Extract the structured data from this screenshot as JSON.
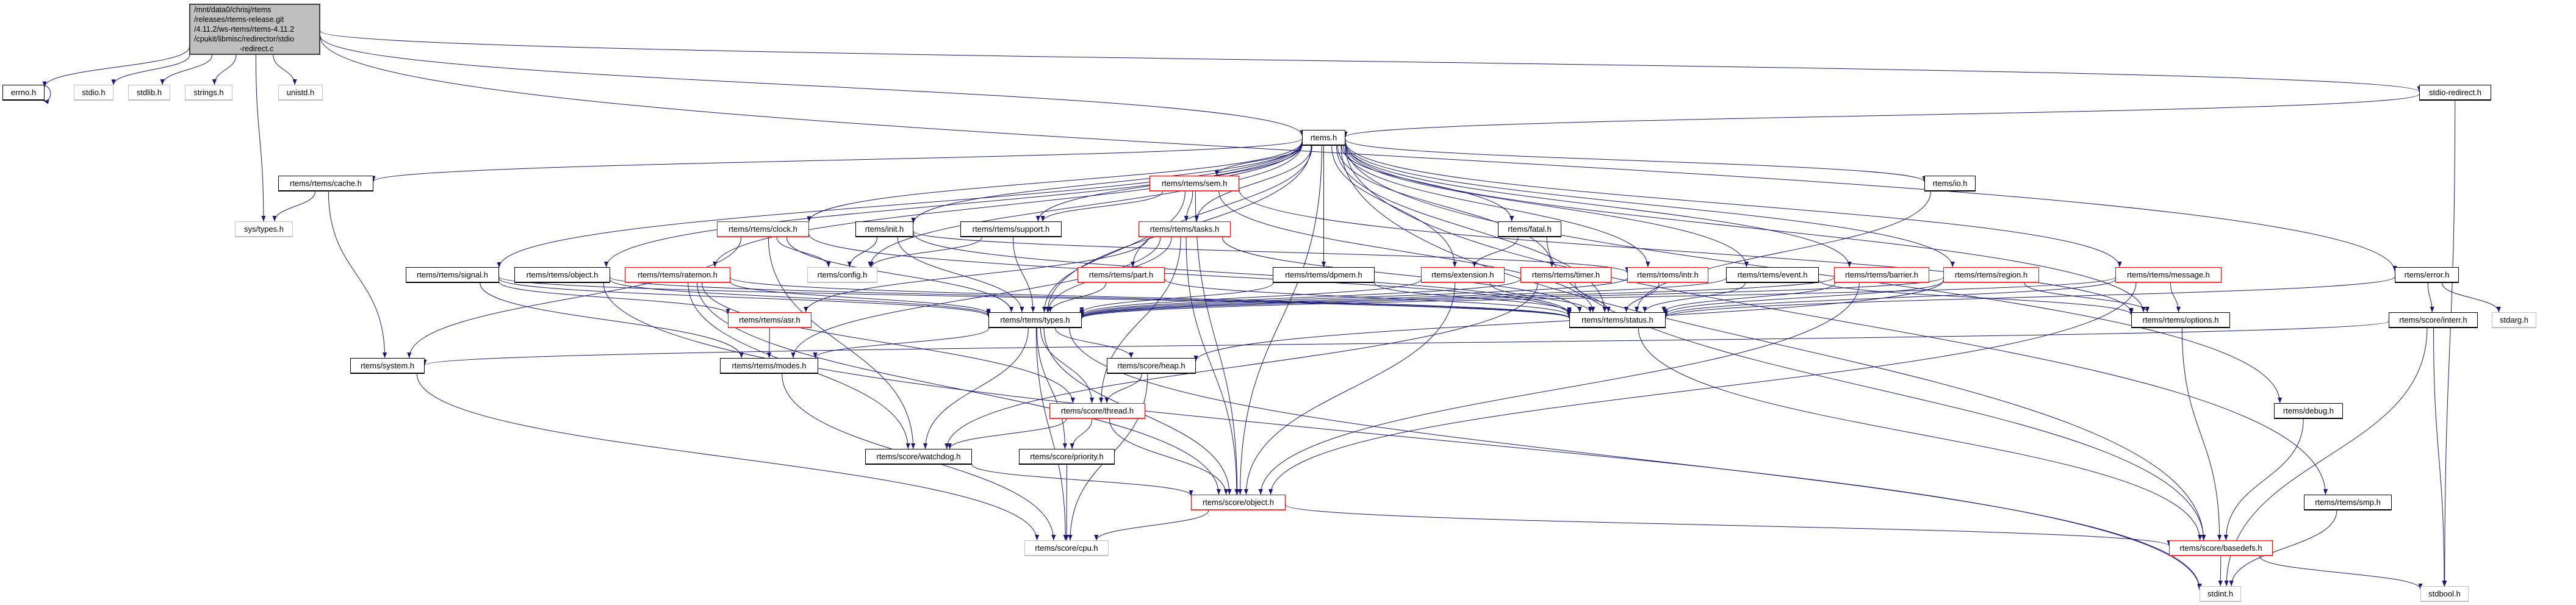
{
  "colors": {
    "edge": "#191970",
    "documented_border": "#000000",
    "truncated_border": "#ff0000",
    "external_border": "#bfbfbf",
    "root_fill": "#bfbfbf"
  },
  "root": {
    "id": "main",
    "lines": [
      "/mnt/data0/chrisj/rtems",
      "/releases/rtems-release.git",
      "/4.11.2/ws-rtems/rtems-4.11.2",
      "/cpukit/libmisc/redirector/stdio",
      "-redirect.c"
    ]
  },
  "nodes": [
    {
      "id": "errno",
      "label": "errno.h",
      "kind": "documented"
    },
    {
      "id": "stdio",
      "label": "stdio.h",
      "kind": "external"
    },
    {
      "id": "stdlib",
      "label": "stdlib.h",
      "kind": "external"
    },
    {
      "id": "strings",
      "label": "strings.h",
      "kind": "external"
    },
    {
      "id": "unistd",
      "label": "unistd.h",
      "kind": "external"
    },
    {
      "id": "systypes",
      "label": "sys/types.h",
      "kind": "external"
    },
    {
      "id": "stdioredirect",
      "label": "stdio-redirect.h",
      "kind": "documented"
    },
    {
      "id": "rtems",
      "label": "rtems.h",
      "kind": "documented"
    },
    {
      "id": "cache",
      "label": "rtems/rtems/cache.h",
      "kind": "documented"
    },
    {
      "id": "clock",
      "label": "rtems/rtems/clock.h",
      "kind": "truncated"
    },
    {
      "id": "signal",
      "label": "rtems/rtems/signal.h",
      "kind": "documented"
    },
    {
      "id": "robject",
      "label": "rtems/rtems/object.h",
      "kind": "documented"
    },
    {
      "id": "ratemon",
      "label": "rtems/rtems/ratemon.h",
      "kind": "truncated"
    },
    {
      "id": "config",
      "label": "rtems/config.h",
      "kind": "external"
    },
    {
      "id": "init",
      "label": "rtems/init.h",
      "kind": "documented"
    },
    {
      "id": "support",
      "label": "rtems/rtems/support.h",
      "kind": "documented"
    },
    {
      "id": "sem",
      "label": "rtems/rtems/sem.h",
      "kind": "truncated"
    },
    {
      "id": "tasks",
      "label": "rtems/rtems/tasks.h",
      "kind": "truncated"
    },
    {
      "id": "fatal",
      "label": "rtems/fatal.h",
      "kind": "documented"
    },
    {
      "id": "part",
      "label": "rtems/rtems/part.h",
      "kind": "truncated"
    },
    {
      "id": "dpmem",
      "label": "rtems/rtems/dpmem.h",
      "kind": "documented"
    },
    {
      "id": "extension",
      "label": "rtems/extension.h",
      "kind": "truncated"
    },
    {
      "id": "timer",
      "label": "rtems/rtems/timer.h",
      "kind": "truncated"
    },
    {
      "id": "intr",
      "label": "rtems/rtems/intr.h",
      "kind": "truncated"
    },
    {
      "id": "io",
      "label": "rtems/io.h",
      "kind": "documented"
    },
    {
      "id": "event",
      "label": "rtems/rtems/event.h",
      "kind": "documented"
    },
    {
      "id": "barrier",
      "label": "rtems/rtems/barrier.h",
      "kind": "truncated"
    },
    {
      "id": "region",
      "label": "rtems/rtems/region.h",
      "kind": "truncated"
    },
    {
      "id": "message",
      "label": "rtems/rtems/message.h",
      "kind": "truncated"
    },
    {
      "id": "error",
      "label": "rtems/error.h",
      "kind": "documented"
    },
    {
      "id": "asr",
      "label": "rtems/rtems/asr.h",
      "kind": "truncated"
    },
    {
      "id": "system",
      "label": "rtems/system.h",
      "kind": "documented"
    },
    {
      "id": "modes",
      "label": "rtems/rtems/modes.h",
      "kind": "documented"
    },
    {
      "id": "types",
      "label": "rtems/rtems/types.h",
      "kind": "documented"
    },
    {
      "id": "status",
      "label": "rtems/rtems/status.h",
      "kind": "documented"
    },
    {
      "id": "options",
      "label": "rtems/rtems/options.h",
      "kind": "documented"
    },
    {
      "id": "interr",
      "label": "rtems/score/interr.h",
      "kind": "documented"
    },
    {
      "id": "stdarg",
      "label": "stdarg.h",
      "kind": "external"
    },
    {
      "id": "heap",
      "label": "rtems/score/heap.h",
      "kind": "documented"
    },
    {
      "id": "thread",
      "label": "rtems/score/thread.h",
      "kind": "truncated"
    },
    {
      "id": "watchdog",
      "label": "rtems/score/watchdog.h",
      "kind": "documented"
    },
    {
      "id": "priority",
      "label": "rtems/score/priority.h",
      "kind": "documented"
    },
    {
      "id": "sobject",
      "label": "rtems/score/object.h",
      "kind": "truncated"
    },
    {
      "id": "cpu",
      "label": "rtems/score/cpu.h",
      "kind": "external"
    },
    {
      "id": "debug",
      "label": "rtems/debug.h",
      "kind": "documented"
    },
    {
      "id": "smp",
      "label": "rtems/rtems/smp.h",
      "kind": "documented"
    },
    {
      "id": "basedefs",
      "label": "rtems/score/basedefs.h",
      "kind": "truncated"
    },
    {
      "id": "stdint",
      "label": "stdint.h",
      "kind": "external"
    },
    {
      "id": "stdbool",
      "label": "stdbool.h",
      "kind": "external"
    }
  ],
  "edges": [
    [
      "main",
      "errno"
    ],
    [
      "main",
      "stdio"
    ],
    [
      "main",
      "stdlib"
    ],
    [
      "main",
      "strings"
    ],
    [
      "main",
      "unistd"
    ],
    [
      "main",
      "systypes"
    ],
    [
      "main",
      "rtems"
    ],
    [
      "main",
      "stdioredirect"
    ],
    [
      "main",
      "error"
    ],
    [
      "errno",
      "errno"
    ],
    [
      "stdioredirect",
      "rtems"
    ],
    [
      "stdioredirect",
      "stdbool"
    ],
    [
      "rtems",
      "cache"
    ],
    [
      "rtems",
      "clock"
    ],
    [
      "rtems",
      "signal"
    ],
    [
      "rtems",
      "robject"
    ],
    [
      "rtems",
      "ratemon"
    ],
    [
      "rtems",
      "config"
    ],
    [
      "rtems",
      "init"
    ],
    [
      "rtems",
      "support"
    ],
    [
      "rtems",
      "sem"
    ],
    [
      "rtems",
      "tasks"
    ],
    [
      "rtems",
      "part"
    ],
    [
      "rtems",
      "dpmem"
    ],
    [
      "rtems",
      "extension"
    ],
    [
      "rtems",
      "timer"
    ],
    [
      "rtems",
      "intr"
    ],
    [
      "rtems",
      "fatal"
    ],
    [
      "rtems",
      "io"
    ],
    [
      "rtems",
      "event"
    ],
    [
      "rtems",
      "barrier"
    ],
    [
      "rtems",
      "region"
    ],
    [
      "rtems",
      "message"
    ],
    [
      "rtems",
      "debug"
    ],
    [
      "rtems",
      "smp"
    ],
    [
      "rtems",
      "types"
    ],
    [
      "rtems",
      "status"
    ],
    [
      "rtems",
      "options"
    ],
    [
      "rtems",
      "basedefs"
    ],
    [
      "rtems",
      "sobject"
    ],
    [
      "cache",
      "systypes"
    ],
    [
      "cache",
      "system"
    ],
    [
      "clock",
      "config"
    ],
    [
      "clock",
      "types"
    ],
    [
      "clock",
      "status"
    ],
    [
      "clock",
      "watchdog"
    ],
    [
      "clock",
      "system"
    ],
    [
      "signal",
      "types"
    ],
    [
      "signal",
      "status"
    ],
    [
      "signal",
      "asr"
    ],
    [
      "signal",
      "modes"
    ],
    [
      "robject",
      "types"
    ],
    [
      "robject",
      "status"
    ],
    [
      "robject",
      "stdint"
    ],
    [
      "ratemon",
      "types"
    ],
    [
      "ratemon",
      "status"
    ],
    [
      "ratemon",
      "thread"
    ],
    [
      "ratemon",
      "sobject"
    ],
    [
      "ratemon",
      "watchdog"
    ],
    [
      "init",
      "config"
    ],
    [
      "init",
      "types"
    ],
    [
      "init",
      "status"
    ],
    [
      "init",
      "intr"
    ],
    [
      "support",
      "config"
    ],
    [
      "support",
      "types"
    ],
    [
      "sem",
      "support"
    ],
    [
      "sem",
      "tasks"
    ],
    [
      "sem",
      "types"
    ],
    [
      "sem",
      "status"
    ],
    [
      "sem",
      "options"
    ],
    [
      "sem",
      "sobject"
    ],
    [
      "tasks",
      "types"
    ],
    [
      "tasks",
      "status"
    ],
    [
      "tasks",
      "modes"
    ],
    [
      "tasks",
      "asr"
    ],
    [
      "tasks",
      "thread"
    ],
    [
      "tasks",
      "sobject"
    ],
    [
      "part",
      "types"
    ],
    [
      "part",
      "status"
    ],
    [
      "dpmem",
      "types"
    ],
    [
      "dpmem",
      "status"
    ],
    [
      "extension",
      "types"
    ],
    [
      "extension",
      "status"
    ],
    [
      "extension",
      "sobject"
    ],
    [
      "fatal",
      "extension"
    ],
    [
      "fatal",
      "basedefs"
    ],
    [
      "timer",
      "types"
    ],
    [
      "timer",
      "status"
    ],
    [
      "timer",
      "watchdog"
    ],
    [
      "intr",
      "status"
    ],
    [
      "intr",
      "types"
    ],
    [
      "io",
      "status"
    ],
    [
      "event",
      "types"
    ],
    [
      "event",
      "status"
    ],
    [
      "event",
      "options"
    ],
    [
      "barrier",
      "types"
    ],
    [
      "barrier",
      "status"
    ],
    [
      "barrier",
      "sobject"
    ],
    [
      "region",
      "types"
    ],
    [
      "region",
      "status"
    ],
    [
      "region",
      "options"
    ],
    [
      "region",
      "heap"
    ],
    [
      "message",
      "types"
    ],
    [
      "message",
      "status"
    ],
    [
      "message",
      "options"
    ],
    [
      "message",
      "sobject"
    ],
    [
      "error",
      "status"
    ],
    [
      "error",
      "interr"
    ],
    [
      "error",
      "stdarg"
    ],
    [
      "interr",
      "system"
    ],
    [
      "interr",
      "stdbool"
    ],
    [
      "interr",
      "stdint"
    ],
    [
      "asr",
      "modes"
    ],
    [
      "modes",
      "cpu"
    ],
    [
      "system",
      "cpu"
    ],
    [
      "types",
      "modes"
    ],
    [
      "types",
      "heap"
    ],
    [
      "types",
      "thread"
    ],
    [
      "types",
      "watchdog"
    ],
    [
      "types",
      "priority"
    ],
    [
      "types",
      "sobject"
    ],
    [
      "types",
      "cpu"
    ],
    [
      "types",
      "stdint"
    ],
    [
      "status",
      "basedefs"
    ],
    [
      "heap",
      "thread"
    ],
    [
      "heap",
      "cpu"
    ],
    [
      "thread",
      "watchdog"
    ],
    [
      "thread",
      "priority"
    ],
    [
      "thread",
      "sobject"
    ],
    [
      "watchdog",
      "sobject"
    ],
    [
      "priority",
      "cpu"
    ],
    [
      "sobject",
      "cpu"
    ],
    [
      "sobject",
      "basedefs"
    ],
    [
      "options",
      "basedefs"
    ],
    [
      "debug",
      "basedefs"
    ],
    [
      "smp",
      "stdint"
    ],
    [
      "basedefs",
      "stdint"
    ],
    [
      "basedefs",
      "stdbool"
    ]
  ]
}
